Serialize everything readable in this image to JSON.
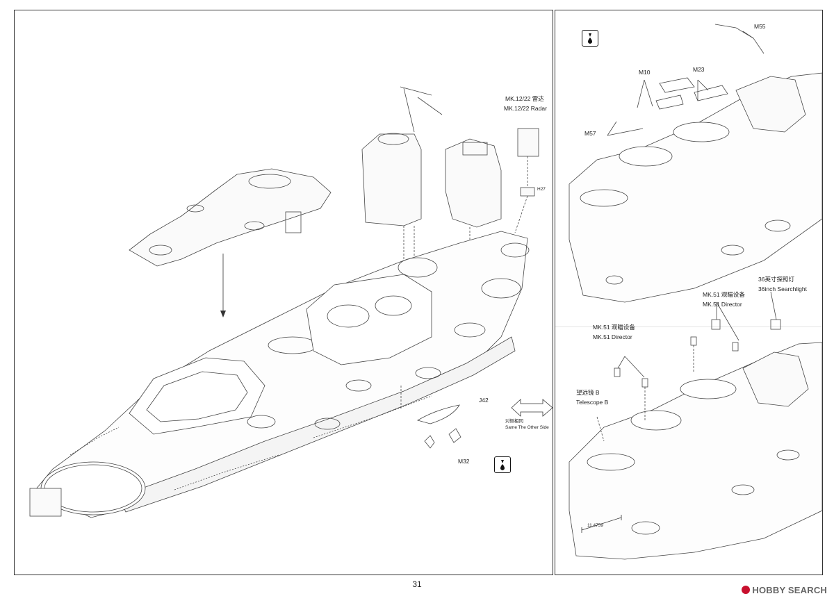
{
  "labels": {
    "mk12_cn": "MK.12/22 雷达",
    "mk12_en": "MK.12/22 Radar",
    "h27": "H27",
    "j42": "J42",
    "same_cn": "对侧相同",
    "same_en": "Same The Other Side",
    "m32": "M32",
    "m55": "M55",
    "m10": "M10",
    "m23": "M23",
    "m57": "M57",
    "search_cn": "36英寸探照灯",
    "search_en": "36inch Searchlight",
    "mk51_a_cn": "MK.51 观瞄设备",
    "mk51_a_en": "MK.51 Director",
    "mk51_b_cn": "MK.51 观瞄设备",
    "mk51_b_en": "MK.51 Director",
    "tele_cn": "望远镜 B",
    "tele_en": "Telescope B",
    "dimension": "11.4759"
  },
  "icons": {
    "left_badge": "glue-drop-icon",
    "right_badge": "glue-drop-icon"
  },
  "page_number": "31",
  "watermark": "HOBBY SEARCH"
}
